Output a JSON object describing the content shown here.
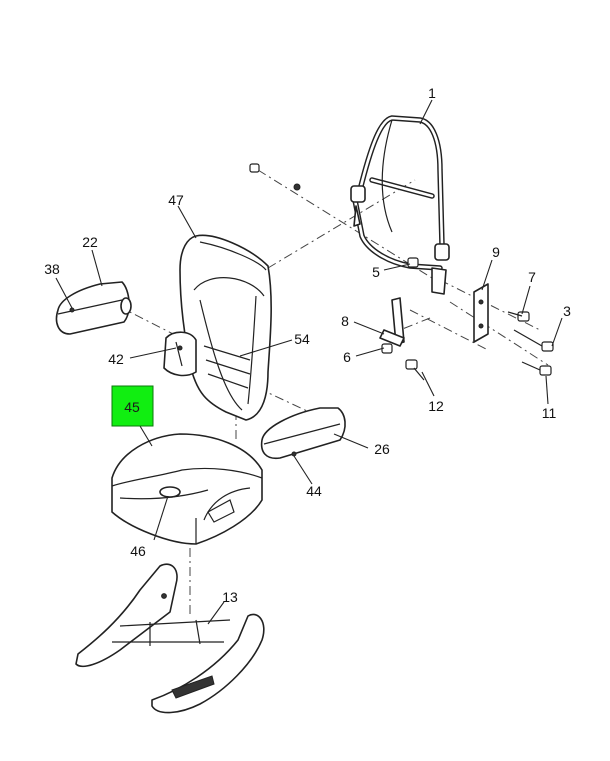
{
  "callouts": {
    "c1": "1",
    "c3": "3",
    "c5": "5",
    "c6": "6",
    "c7": "7",
    "c8": "8",
    "c9": "9",
    "c11": "11",
    "c12": "12",
    "c13": "13",
    "c22": "22",
    "c26": "26",
    "c38": "38",
    "c42": "42",
    "c44": "44",
    "c45": "45",
    "c46": "46",
    "c47": "47",
    "c54": "54"
  },
  "highlight": {
    "label": "45",
    "color": "#11ee11",
    "border": "#0a7a0a"
  }
}
